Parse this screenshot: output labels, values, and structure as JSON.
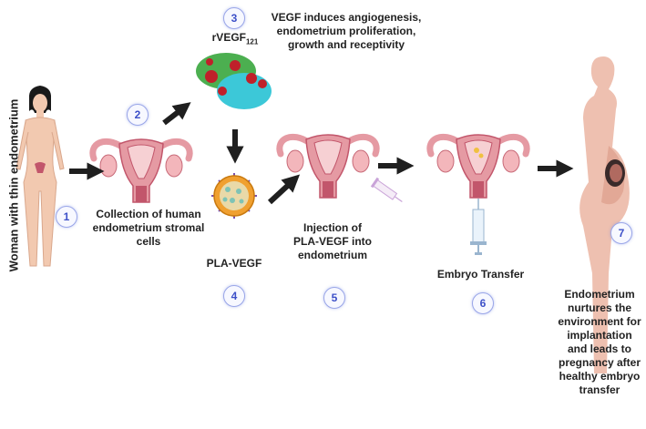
{
  "side_label": "Woman with thin endometrium",
  "steps": [
    {
      "number": "1"
    },
    {
      "number": "2",
      "label": [
        "Collection of human",
        "endometrium stromal",
        "cells"
      ]
    },
    {
      "number": "3",
      "label_main": "rVEGF",
      "label_sub": "121",
      "description": [
        "VEGF induces angiogenesis,",
        "endometrium proliferation,",
        "growth and receptivity"
      ]
    },
    {
      "number": "4",
      "label": "PLA-VEGF"
    },
    {
      "number": "5",
      "label": [
        "Injection of",
        "PLA-VEGF into",
        "endometrium"
      ]
    },
    {
      "number": "6",
      "label": "Embryo Transfer"
    },
    {
      "number": "7",
      "label": [
        "Endometrium",
        "nurtures the",
        "environment for",
        "implantation",
        "and leads to",
        "pregnancy after",
        "healthy embryo",
        "transfer"
      ]
    }
  ],
  "colors": {
    "skin": "#f2c9b0",
    "uterus": "#e59aa3",
    "uterus_dark": "#c2566b",
    "arrow": "#1f1f1f",
    "number_ring": "#9aa6e8",
    "number_text": "#3c4fc8",
    "nanoparticle": "#f0a030",
    "protein_green": "#4caf50",
    "protein_red": "#c0202a",
    "protein_cyan": "#3cc8d8"
  },
  "icons": [
    "woman-figure-icon",
    "uterus-icon",
    "protein-structure-icon",
    "nanoparticle-icon",
    "syringe-icon",
    "pregnant-woman-icon"
  ]
}
